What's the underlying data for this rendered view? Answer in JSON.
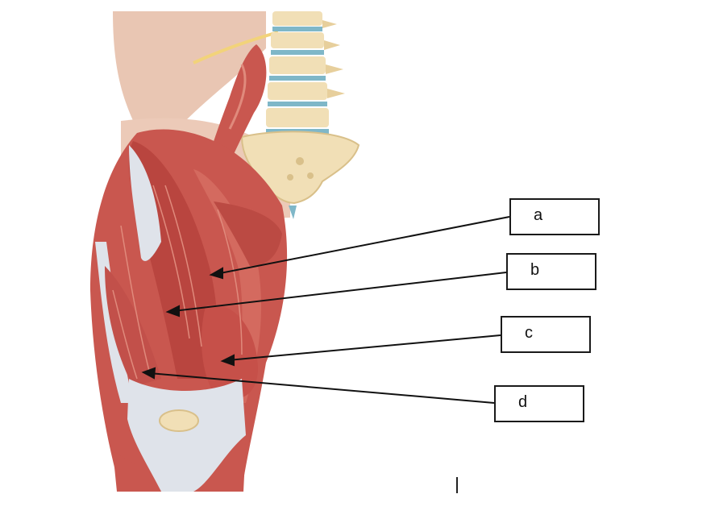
{
  "labels": [
    {
      "id": "a",
      "text": "a"
    },
    {
      "id": "b",
      "text": "b"
    },
    {
      "id": "c",
      "text": "c"
    },
    {
      "id": "d",
      "text": "d"
    }
  ],
  "colors": {
    "muscle": "#c9574f",
    "muscle_dark": "#9e3a35",
    "muscle_light": "#e08a7c",
    "tendon": "#dfe3ea",
    "bone": "#f1dfb6",
    "bone_shadow": "#d9c08a",
    "disc": "#7fb7c8",
    "skin": "#e9c6b3",
    "nerve": "#f2d37a",
    "leader_line": "#111111"
  }
}
